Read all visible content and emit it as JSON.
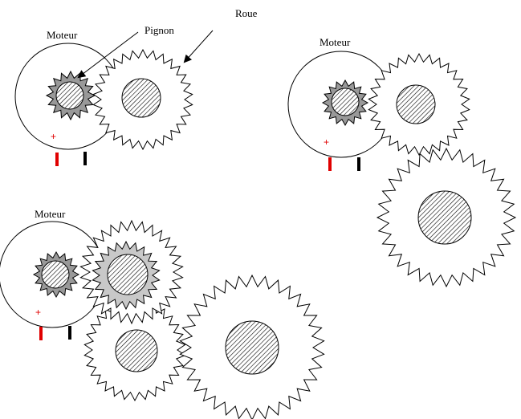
{
  "labels": {
    "moteur": "Moteur",
    "pignon": "Pignon",
    "roue": "Roue",
    "plus": "+"
  },
  "colors": {
    "line": "#000000",
    "positive_terminal": "#e00000",
    "negative_terminal": "#000000",
    "pinion_fill": "#999999",
    "large_gear_fill": "#c8c8c8",
    "wheel_fill": "#ffffff",
    "hub_hatch": "#000000"
  },
  "gear_teeth": {
    "small_pinion": 16,
    "large_wheel": 30,
    "medium_wheel": 26
  }
}
